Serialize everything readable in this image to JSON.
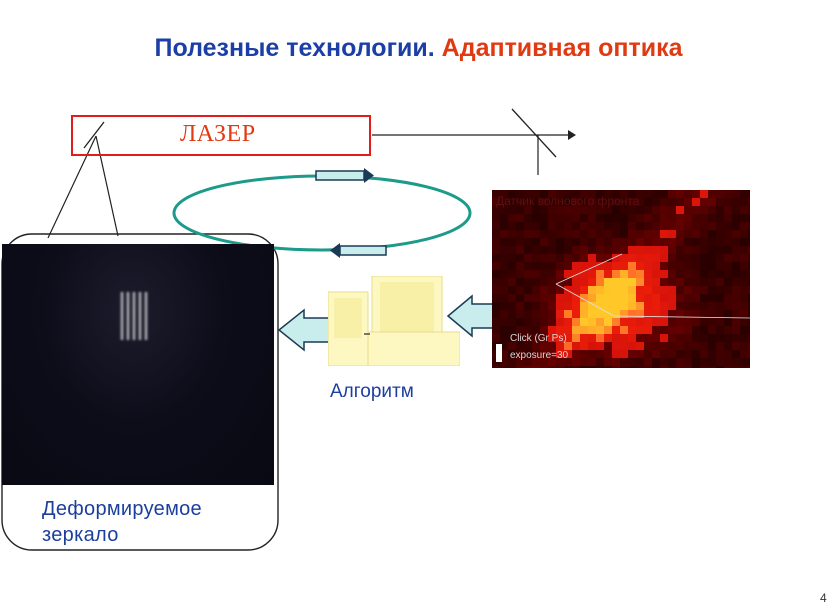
{
  "title": {
    "part1": "Полезные технологии.",
    "part2": "Адаптивная оптика"
  },
  "laser": {
    "label": "ЛАЗЕР"
  },
  "wavefront": {
    "label": "Датчик волнового фронта",
    "caption1": "Click (Gr Ps)",
    "caption2": "exposure=30"
  },
  "algorithm": {
    "label": "Алгоритм"
  },
  "mirror": {
    "label_line1": "Деформируемое",
    "label_line2": "зеркало"
  },
  "page_number": "4",
  "colors": {
    "title_blue": "#1c3fa6",
    "title_orange": "#e03a12",
    "laser_border": "#e01c1c",
    "loop_ring": "#1c9a8a",
    "arrow_fill": "#c9ecec",
    "arrow_dark": "#1a3a55"
  }
}
